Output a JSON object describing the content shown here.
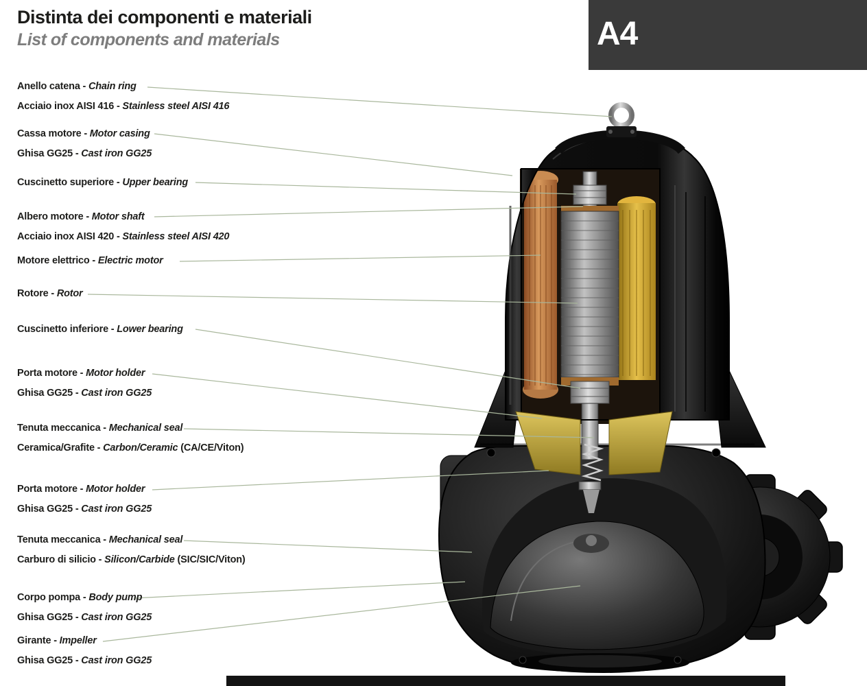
{
  "header": {
    "title_it": "Distinta dei componenti e materiali",
    "title_en": "List of components and materials",
    "page_tag": "A4"
  },
  "colors": {
    "leader_line": "#a9b79c",
    "tag_background": "#3a3a3a",
    "tag_text": "#ffffff",
    "title_text": "#1d1d1b",
    "subtitle_text": "#7d7d7d"
  },
  "illustration": {
    "subject": "submersible-pump-cutaway"
  },
  "labels": [
    {
      "it": "Anello catena - ",
      "en": "Chain ring",
      "it2": "Acciaio inox AISI 416 - ",
      "en2": "Stainless steel AISI 416"
    },
    {
      "it": "Cassa motore - ",
      "en": "Motor casing",
      "it2": "Ghisa GG25 - ",
      "en2": "Cast iron GG25"
    },
    {
      "it": "Cuscinetto superiore - ",
      "en": "Upper bearing"
    },
    {
      "it": "Albero motore - ",
      "en": "Motor shaft",
      "it2": "Acciaio inox AISI 420 - ",
      "en2": "Stainless steel AISI 420"
    },
    {
      "it": "Motore elettrico - ",
      "en": "Electric motor"
    },
    {
      "it": "Rotore - ",
      "en": "Rotor"
    },
    {
      "it": "Cuscinetto inferiore - ",
      "en": "Lower bearing"
    },
    {
      "it": "Porta motore - ",
      "en": "Motor holder",
      "it2": "Ghisa GG25 - ",
      "en2": "Cast iron GG25"
    },
    {
      "it": "Tenuta meccanica - ",
      "en": "Mechanical seal",
      "it2": "Ceramica/Grafite - ",
      "en2": "Carbon/Ceramic ",
      "suffix2": "(CA/CE/Viton)"
    },
    {
      "it": "Porta motore - ",
      "en": "Motor holder",
      "it2": "Ghisa GG25 - ",
      "en2": "Cast iron GG25"
    },
    {
      "it": "Tenuta meccanica - ",
      "en": "Mechanical seal",
      "it2": "Carburo di silicio - ",
      "en2": "Silicon/Carbide ",
      "suffix2": "(SIC/SIC/Viton)"
    },
    {
      "it": "Corpo pompa - ",
      "en": "Body pump",
      "it2": "Ghisa GG25 - ",
      "en2": "Cast iron GG25"
    },
    {
      "it": "Girante - ",
      "en": "Impeller",
      "it2": "Ghisa GG25 - ",
      "en2": "Cast iron GG25"
    }
  ]
}
